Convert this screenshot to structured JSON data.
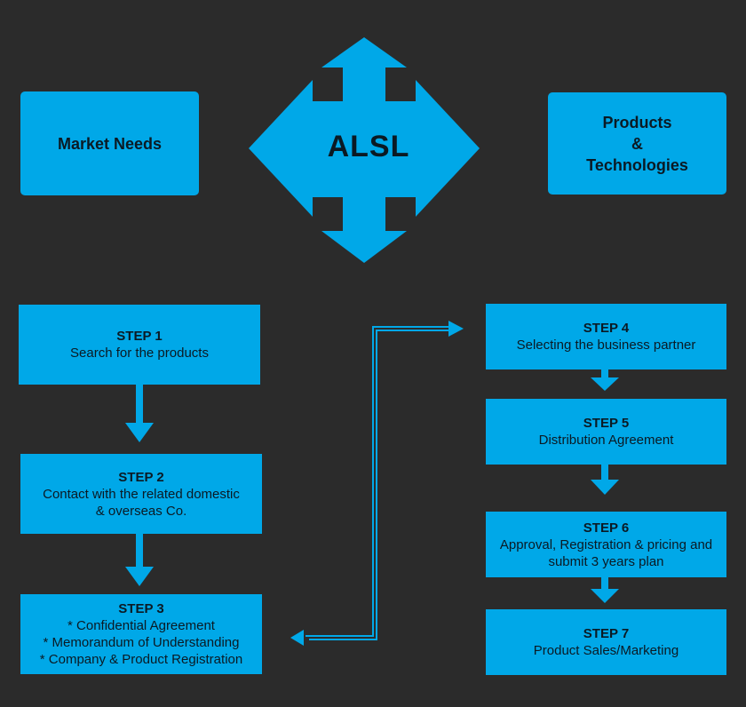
{
  "top": {
    "center_label": "ALSL",
    "left_box": "Market Needs",
    "right_box_lines": [
      "Products",
      "&",
      "Technologies"
    ]
  },
  "steps_left": [
    {
      "title": "STEP 1",
      "lines": [
        "Search for the products"
      ]
    },
    {
      "title": "STEP 2",
      "lines": [
        "Contact with the related domestic",
        "& overseas Co."
      ]
    },
    {
      "title": "STEP 3",
      "lines": [
        "* Confidential Agreement",
        "* Memorandum of Understanding",
        "* Company & Product Registration"
      ]
    }
  ],
  "steps_right": [
    {
      "title": "STEP 4",
      "lines": [
        "Selecting the business partner"
      ]
    },
    {
      "title": "STEP 5",
      "lines": [
        "Distribution Agreement"
      ]
    },
    {
      "title": "STEP 6",
      "lines": [
        "Approval, Registration & pricing and",
        "submit 3 years plan"
      ]
    },
    {
      "title": "STEP 7",
      "lines": [
        "Product Sales/Marketing"
      ]
    }
  ],
  "colors": {
    "box": "#00a8e8",
    "background": "#2b2b2b",
    "text": "#0b1a24",
    "connector": "#00a8e8"
  }
}
